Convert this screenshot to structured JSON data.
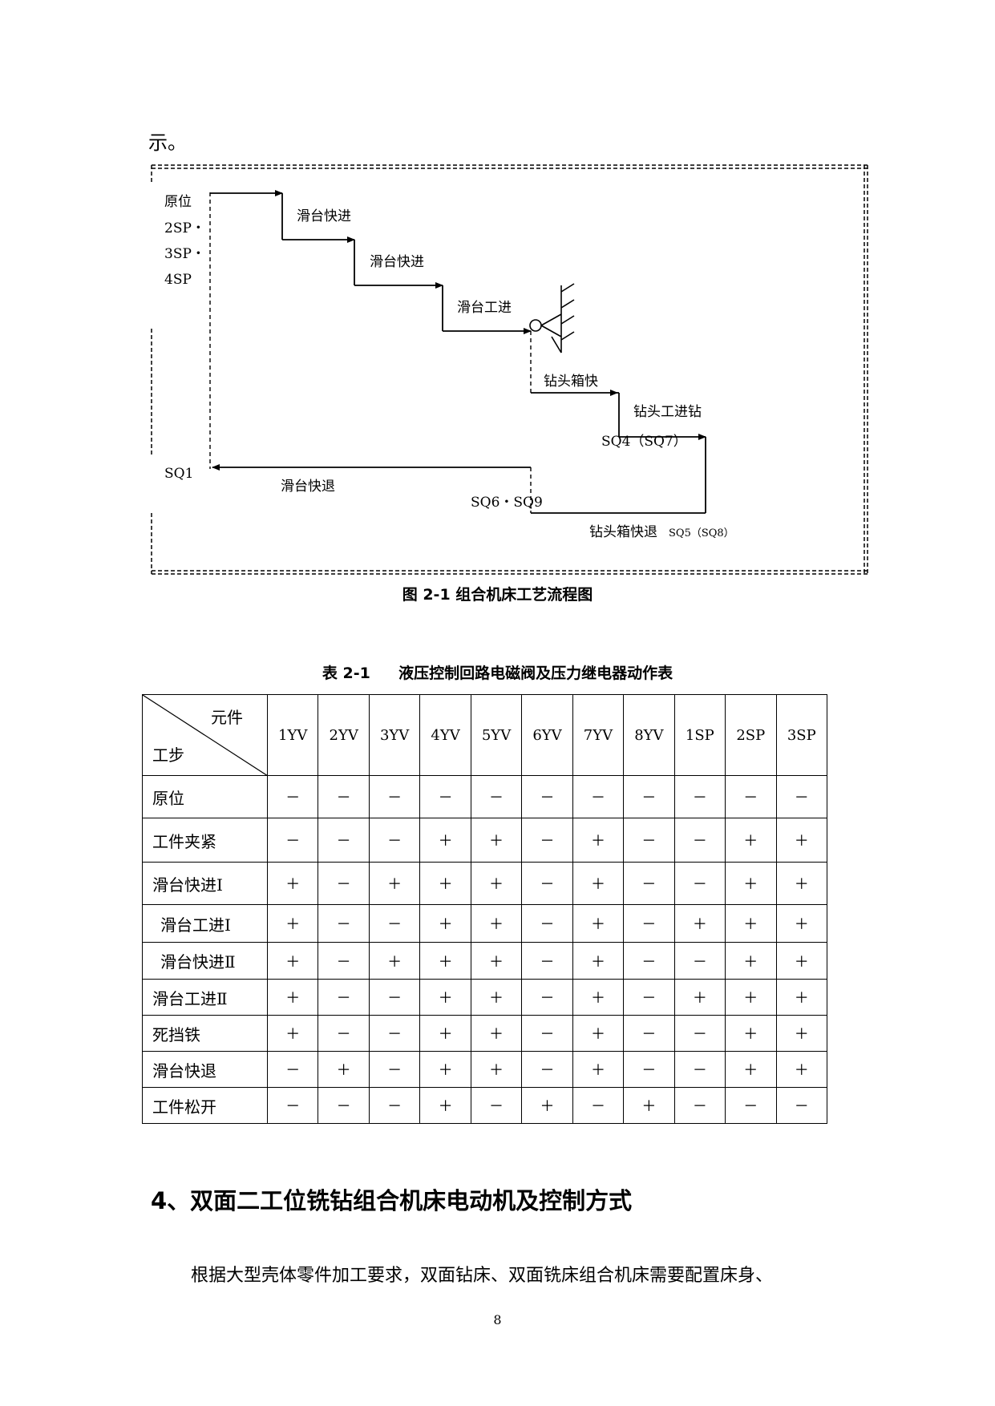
{
  "intro": "示。",
  "diagram": {
    "origin_lines": [
      "原位",
      "2SP・",
      "3SP・",
      "4SP"
    ],
    "step1": "滑台快进",
    "step2": "滑台快进",
    "step3": "滑台工进",
    "step4": "钻头箱快",
    "step5": "钻头工进钻",
    "sq4": "SQ4（SQ7）",
    "sq1": "SQ1",
    "return": "滑台快退",
    "sq6": "SQ6・SQ9",
    "retract": "钻头箱快退",
    "sq5": "SQ5（SQ8）"
  },
  "figure_caption": "图 2-1 组合机床工艺流程图",
  "table_caption": {
    "number": "表 2-1",
    "title": "液压控制回路电磁阀及压力继电器动作表"
  },
  "table": {
    "corner_top": "元件",
    "corner_bottom": "工步",
    "columns": [
      "1YV",
      "2YV",
      "3YV",
      "4YV",
      "5YV",
      "6YV",
      "7YV",
      "8YV",
      "1SP",
      "2SP",
      "3SP"
    ],
    "rows": [
      {
        "label": "原位",
        "cells": [
          "－",
          "－",
          "－",
          "－",
          "－",
          "－",
          "－",
          "－",
          "－",
          "－",
          "－"
        ]
      },
      {
        "label": "工件夹紧",
        "cells": [
          "－",
          "－",
          "－",
          "＋",
          "＋",
          "－",
          "＋",
          "－",
          "－",
          "＋",
          "＋"
        ]
      },
      {
        "label": "滑台快进Ⅰ",
        "cells": [
          "＋",
          "－",
          "＋",
          "＋",
          "＋",
          "－",
          "＋",
          "－",
          "－",
          "＋",
          "＋"
        ]
      },
      {
        "label": "滑台工进Ⅰ",
        "cells": [
          "＋",
          "－",
          "－",
          "＋",
          "＋",
          "－",
          "＋",
          "－",
          "＋",
          "＋",
          "＋"
        ]
      },
      {
        "label": "滑台快进Ⅱ",
        "cells": [
          "＋",
          "－",
          "＋",
          "＋",
          "＋",
          "－",
          "＋",
          "－",
          "－",
          "＋",
          "＋"
        ]
      },
      {
        "label": "滑台工进Ⅱ",
        "cells": [
          "＋",
          "－",
          "－",
          "＋",
          "＋",
          "－",
          "＋",
          "－",
          "＋",
          "＋",
          "＋"
        ]
      },
      {
        "label": "死挡铁",
        "cells": [
          "＋",
          "－",
          "－",
          "＋",
          "＋",
          "－",
          "＋",
          "－",
          "－",
          "＋",
          "＋"
        ]
      },
      {
        "label": "滑台快退",
        "cells": [
          "－",
          "＋",
          "－",
          "＋",
          "＋",
          "－",
          "＋",
          "－",
          "－",
          "＋",
          "＋"
        ]
      },
      {
        "label": "工件松开",
        "cells": [
          "－",
          "－",
          "－",
          "＋",
          "－",
          "＋",
          "－",
          "＋",
          "－",
          "－",
          "－"
        ]
      }
    ]
  },
  "section_heading": "4、双面二工位铣钻组合机床电动机及控制方式",
  "paragraph": "根据大型壳体零件加工要求，双面钻床、双面铣床组合机床需要配置床身、",
  "page_number": "8"
}
